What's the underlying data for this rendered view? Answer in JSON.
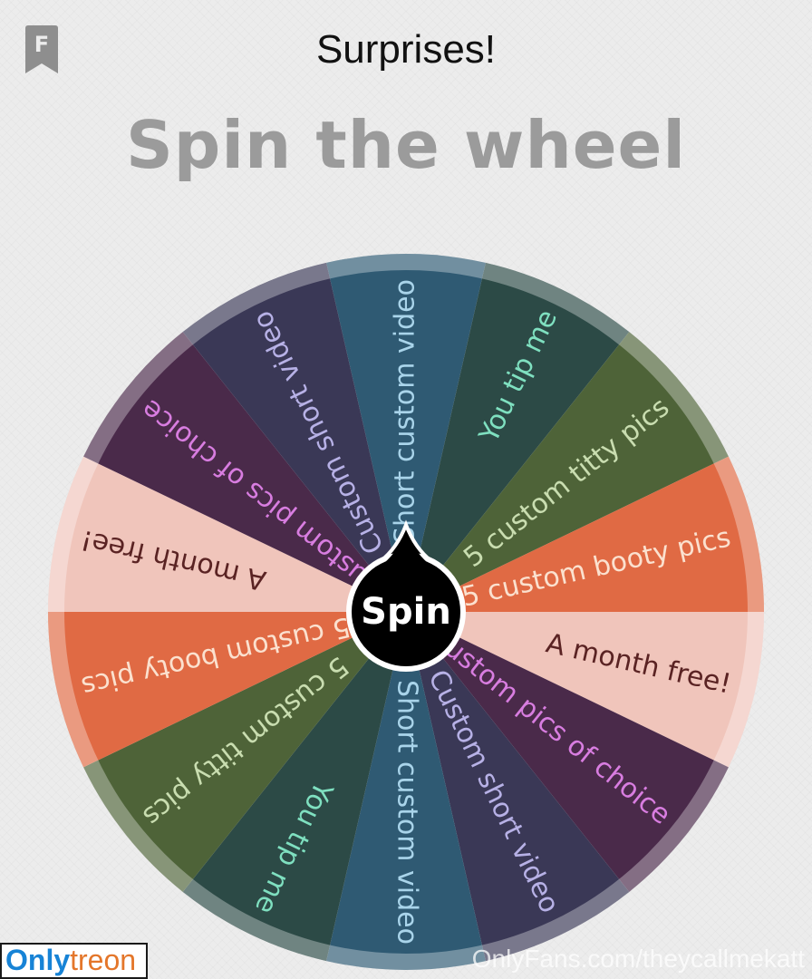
{
  "header": {
    "title": "Surprises!",
    "app_icon_letter": "F"
  },
  "heading": "Spin the wheel",
  "wheel": {
    "spin_label": "Spin",
    "segments": [
      {
        "label": "Short custom video",
        "color": "#2f5a73",
        "text_color": "#a9d4ea"
      },
      {
        "label": "You tip me",
        "color": "#2c4a46",
        "text_color": "#7fe0c0"
      },
      {
        "label": "5 custom titty pics",
        "color": "#4e6338",
        "text_color": "#c9ddb0"
      },
      {
        "label": "5 custom booty pics",
        "color": "#e06a44",
        "text_color": "#fbe1cf"
      },
      {
        "label": "A month free!",
        "color": "#f0c5bb",
        "text_color": "#5a2323"
      },
      {
        "label": "3 custom pics of choice",
        "color": "#4a2a4a",
        "text_color": "#d87de0"
      },
      {
        "label": "Custom short video",
        "color": "#3a3856",
        "text_color": "#b7b1e6"
      },
      {
        "label": "Short custom video",
        "color": "#2f5a73",
        "text_color": "#a9d4ea"
      },
      {
        "label": "You tip me",
        "color": "#2c4a46",
        "text_color": "#7fe0c0"
      },
      {
        "label": "5 custom titty pics",
        "color": "#4e6338",
        "text_color": "#c9ddb0"
      },
      {
        "label": "5 custom booty pics",
        "color": "#e06a44",
        "text_color": "#fbe1cf"
      },
      {
        "label": "A month free!",
        "color": "#f0c5bb",
        "text_color": "#5a2323"
      },
      {
        "label": "3 custom pics of choice",
        "color": "#4a2a4a",
        "text_color": "#d87de0"
      },
      {
        "label": "Custom short video",
        "color": "#3a3856",
        "text_color": "#b7b1e6"
      }
    ]
  },
  "footer": {
    "logo_part1": "Only",
    "logo_part2": "treon",
    "watermark": "OnlyFans.com/theycallmekatt"
  },
  "colors": {
    "heading": "#9b9b9b",
    "logo_blue": "#1783d6",
    "logo_orange": "#e4762a"
  }
}
